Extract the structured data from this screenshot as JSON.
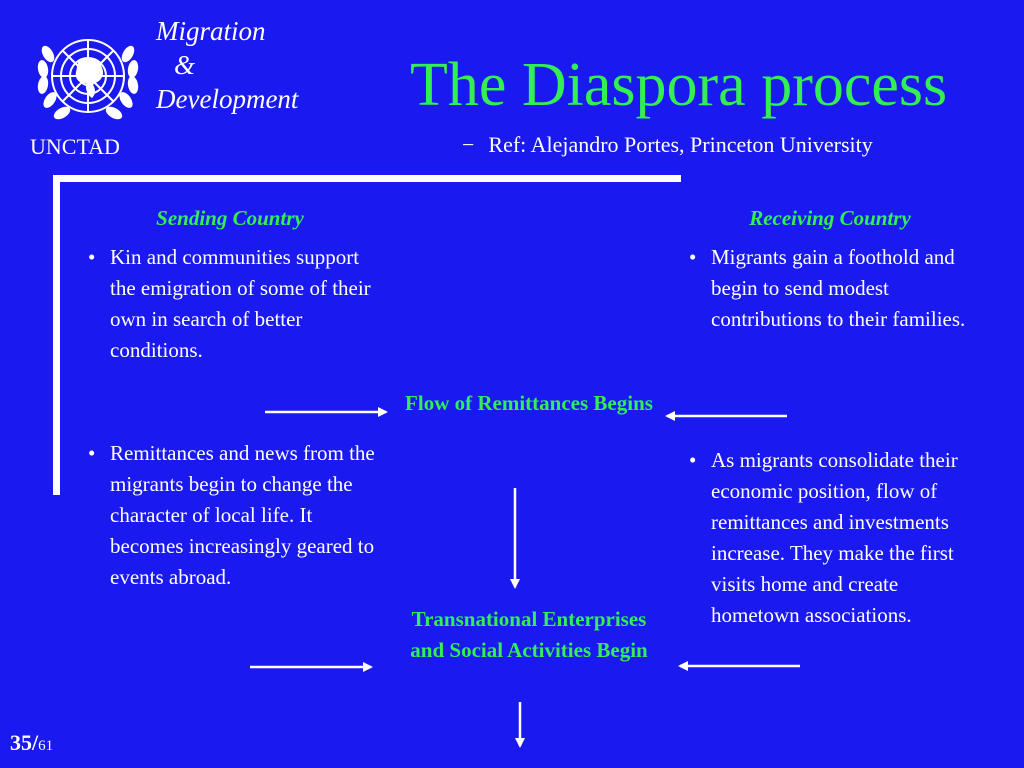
{
  "header": {
    "brand_line1": "Migration",
    "brand_line2": "&",
    "brand_line3": "Development",
    "org": "UNCTAD",
    "title": "The Diaspora process",
    "subtitle_dash": "−",
    "subtitle": "Ref: Alejandro Portes, Princeton University"
  },
  "sending": {
    "heading": "Sending Country",
    "bullets": [
      "Kin and communities support the emigration of some of their own in search of better conditions.",
      "Remittances and news from the migrants begin to change the character of local life.  It becomes increasingly geared to events abroad."
    ]
  },
  "receiving": {
    "heading": "Receiving Country",
    "bullets": [
      "Migrants gain a foothold and begin to send modest contributions to their families.",
      "As migrants consolidate their economic position, flow of remittances and investments increase. They make the first visits home and create hometown associations."
    ]
  },
  "center": {
    "flow": "Flow of Remittances Begins",
    "transnational": "Transnational Enterprises and Social Activities Begin"
  },
  "footer": {
    "page": "35/",
    "total": "61"
  },
  "icons": {
    "logo": "un-emblem-icon",
    "bullet": "bullet-dot-icon",
    "arrow": "arrow-icon"
  },
  "colors": {
    "background": "#1919f0",
    "accent": "#33ee55",
    "text": "#ffffff"
  }
}
